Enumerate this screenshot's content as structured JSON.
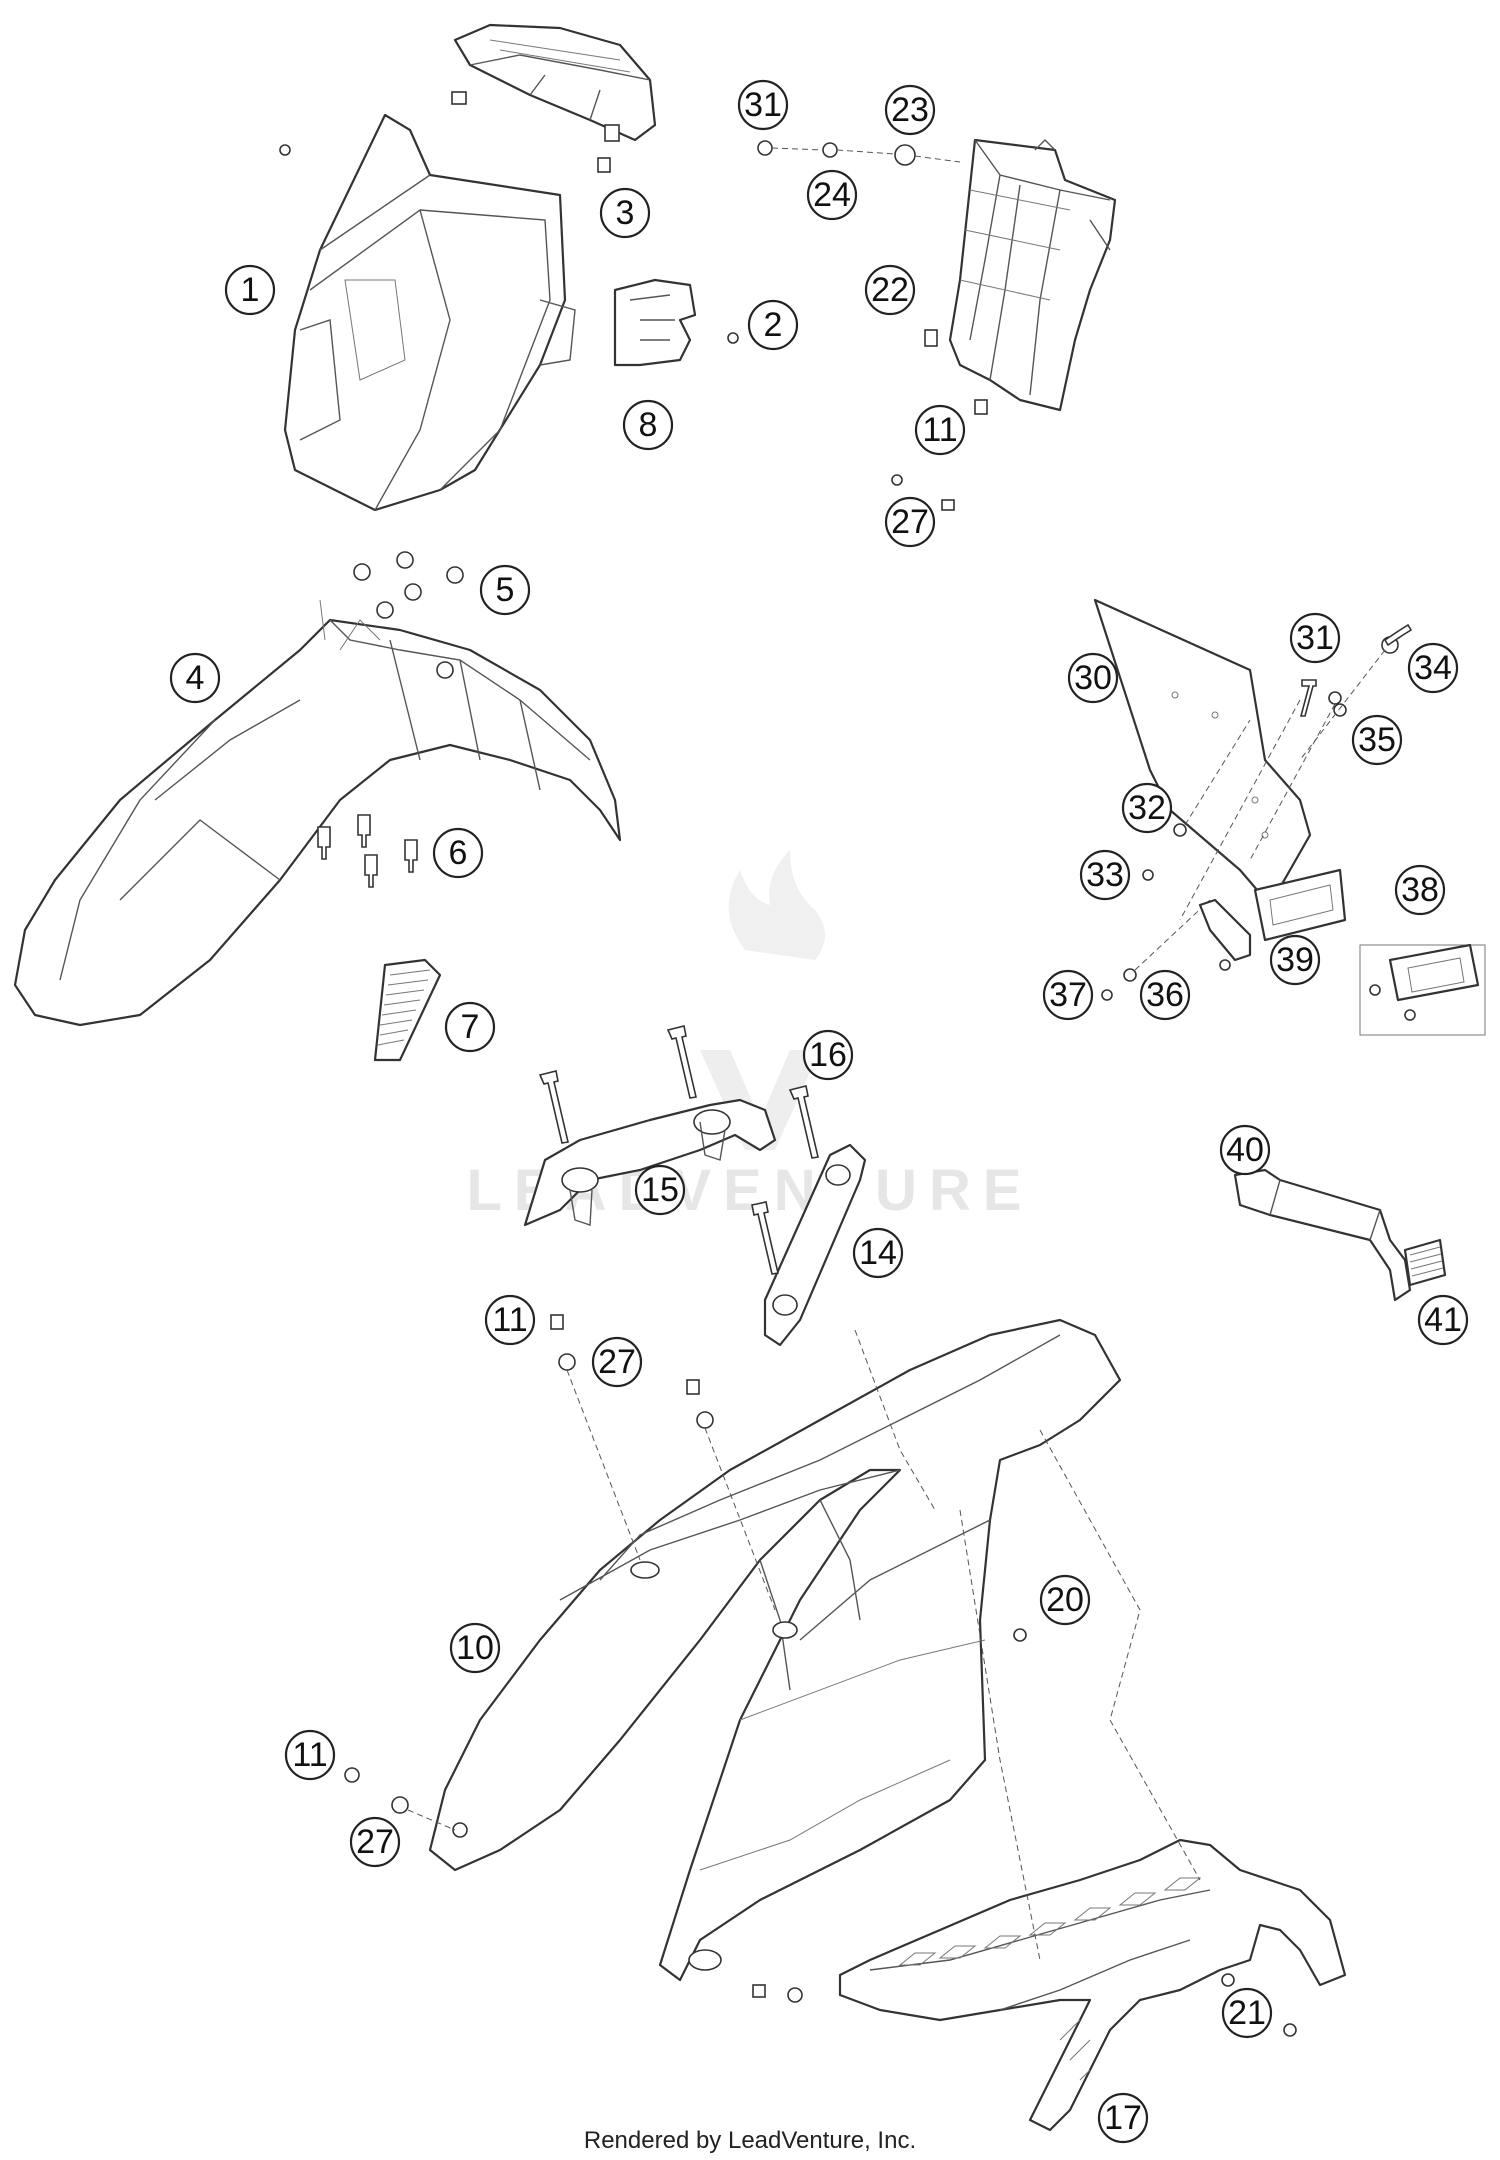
{
  "watermark": "LEADVENTURE",
  "footer": "Rendered by LeadVenture, Inc.",
  "callouts": [
    {
      "id": "c-1",
      "label": "1"
    },
    {
      "id": "c-2",
      "label": "2"
    },
    {
      "id": "c-3",
      "label": "3"
    },
    {
      "id": "c-4",
      "label": "4"
    },
    {
      "id": "c-5",
      "label": "5"
    },
    {
      "id": "c-6",
      "label": "6"
    },
    {
      "id": "c-7",
      "label": "7"
    },
    {
      "id": "c-8",
      "label": "8"
    },
    {
      "id": "c-10",
      "label": "10"
    },
    {
      "id": "c-11a",
      "label": "11"
    },
    {
      "id": "c-11b",
      "label": "11"
    },
    {
      "id": "c-11c",
      "label": "11"
    },
    {
      "id": "c-14",
      "label": "14"
    },
    {
      "id": "c-15",
      "label": "15"
    },
    {
      "id": "c-16",
      "label": "16"
    },
    {
      "id": "c-17",
      "label": "17"
    },
    {
      "id": "c-20",
      "label": "20"
    },
    {
      "id": "c-21",
      "label": "21"
    },
    {
      "id": "c-22",
      "label": "22"
    },
    {
      "id": "c-23",
      "label": "23"
    },
    {
      "id": "c-24",
      "label": "24"
    },
    {
      "id": "c-27a",
      "label": "27"
    },
    {
      "id": "c-27b",
      "label": "27"
    },
    {
      "id": "c-27c",
      "label": "27"
    },
    {
      "id": "c-30",
      "label": "30"
    },
    {
      "id": "c-31a",
      "label": "31"
    },
    {
      "id": "c-31b",
      "label": "31"
    },
    {
      "id": "c-32",
      "label": "32"
    },
    {
      "id": "c-33",
      "label": "33"
    },
    {
      "id": "c-34",
      "label": "34"
    },
    {
      "id": "c-35",
      "label": "35"
    },
    {
      "id": "c-36",
      "label": "36"
    },
    {
      "id": "c-37",
      "label": "37"
    },
    {
      "id": "c-38",
      "label": "38"
    },
    {
      "id": "c-39",
      "label": "39"
    },
    {
      "id": "c-40",
      "label": "40"
    },
    {
      "id": "c-41",
      "label": "41"
    }
  ]
}
